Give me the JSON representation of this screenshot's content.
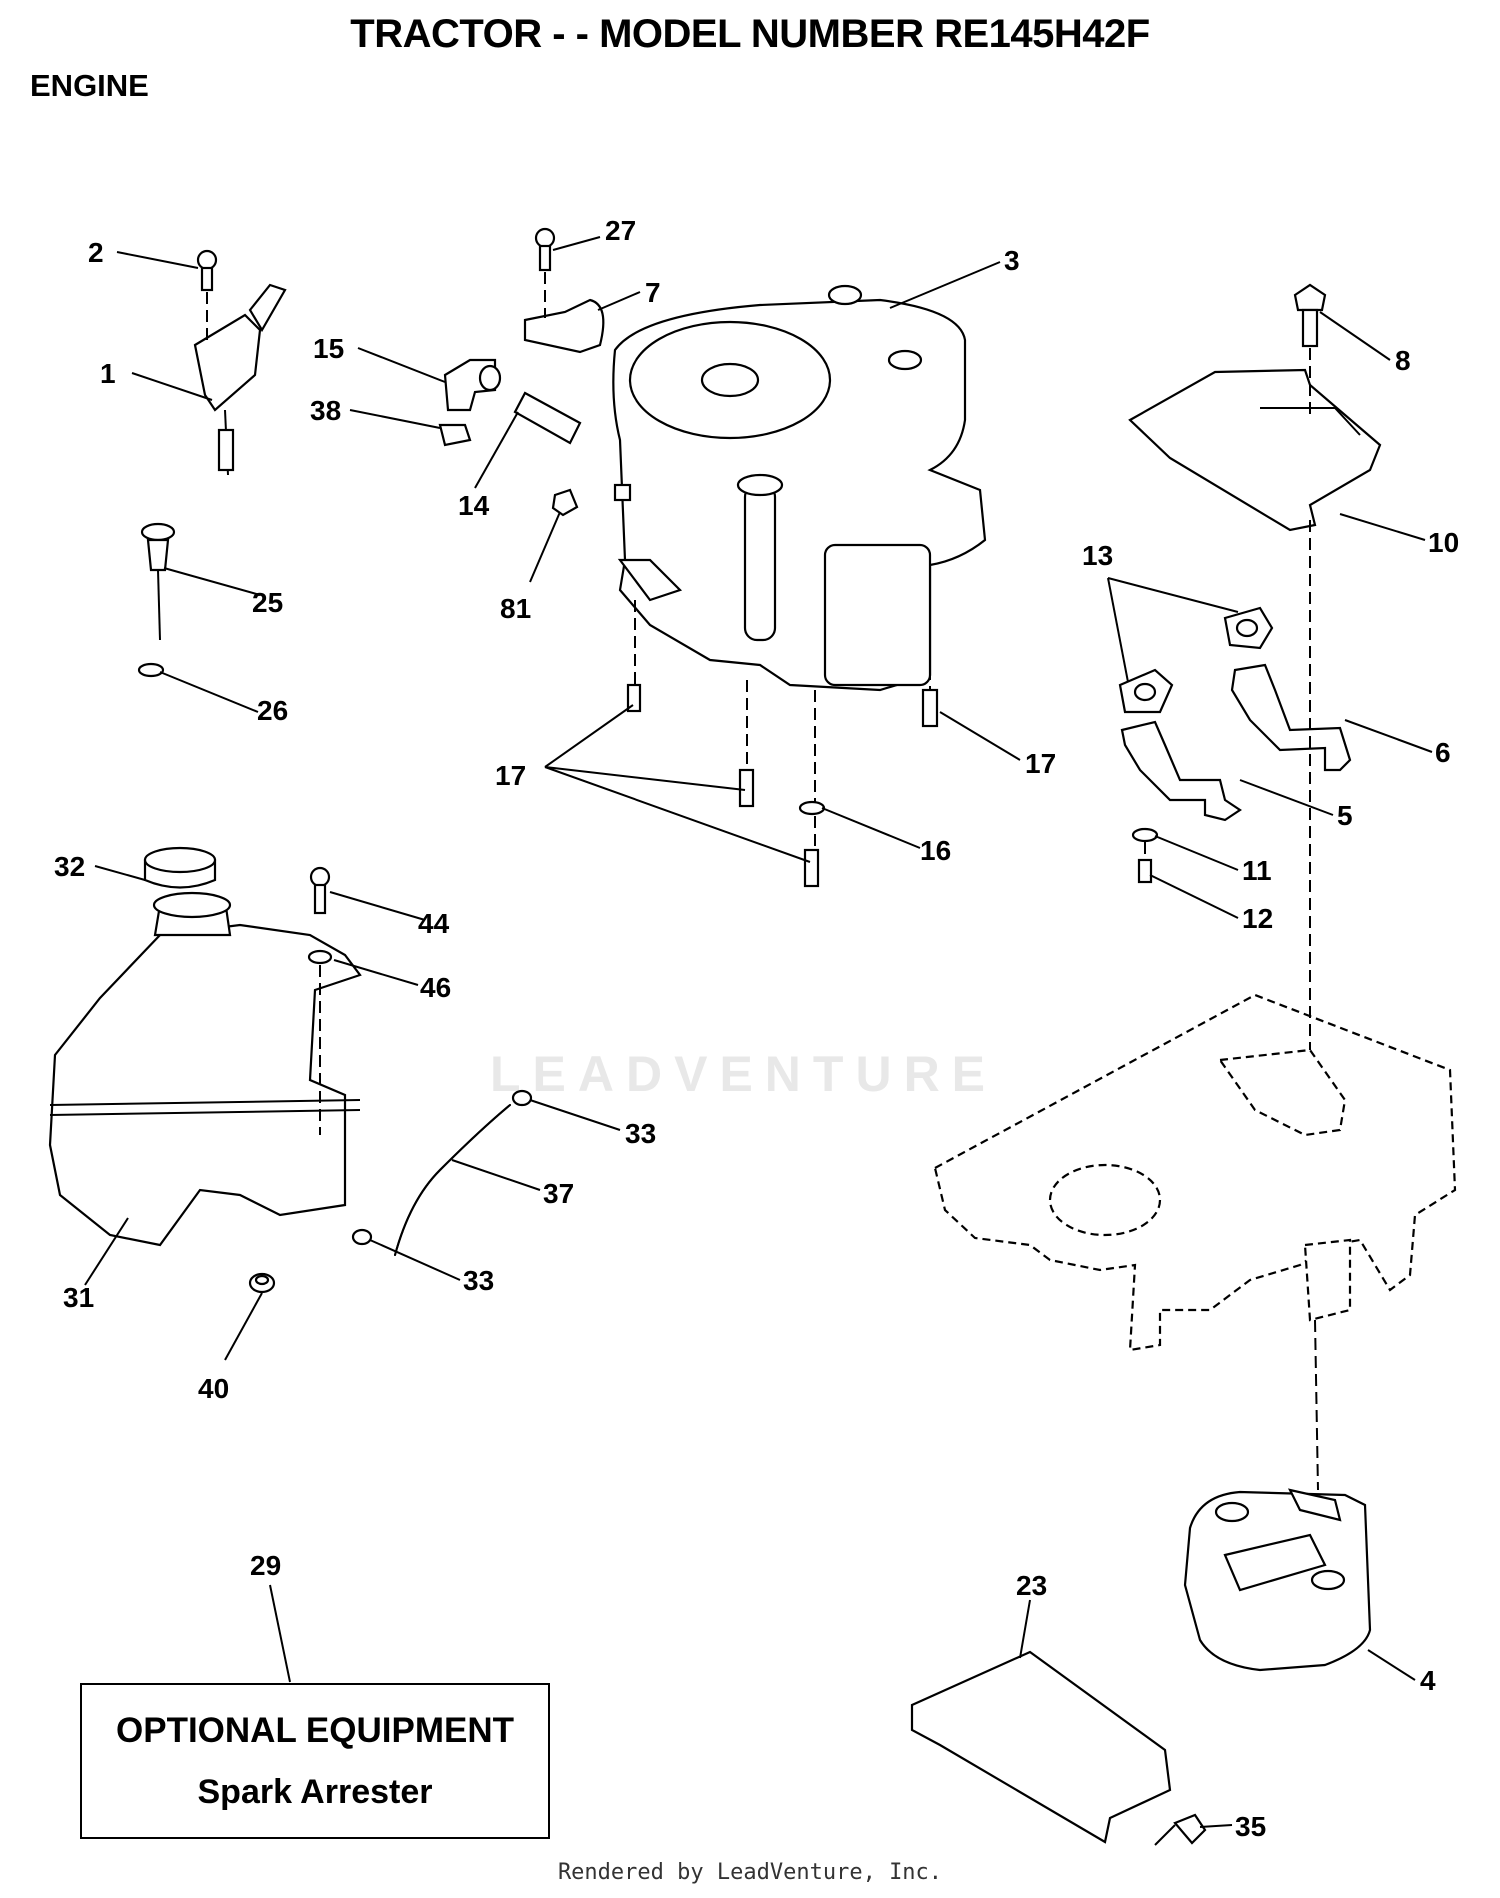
{
  "header": {
    "title": "TRACTOR - - MODEL NUMBER RE145H42F",
    "section": "ENGINE"
  },
  "callouts": [
    "1",
    "2",
    "3",
    "4",
    "5",
    "6",
    "7",
    "8",
    "10",
    "11",
    "12",
    "13",
    "14",
    "15",
    "16",
    "17",
    "17",
    "23",
    "25",
    "26",
    "27",
    "29",
    "31",
    "32",
    "33",
    "33",
    "35",
    "37",
    "38",
    "40",
    "44",
    "46",
    "81"
  ],
  "optional_equipment": {
    "title": "OPTIONAL EQUIPMENT",
    "item": "Spark Arrester"
  },
  "watermark": "LEADVENTURE",
  "footer": "Rendered by LeadVenture, Inc."
}
